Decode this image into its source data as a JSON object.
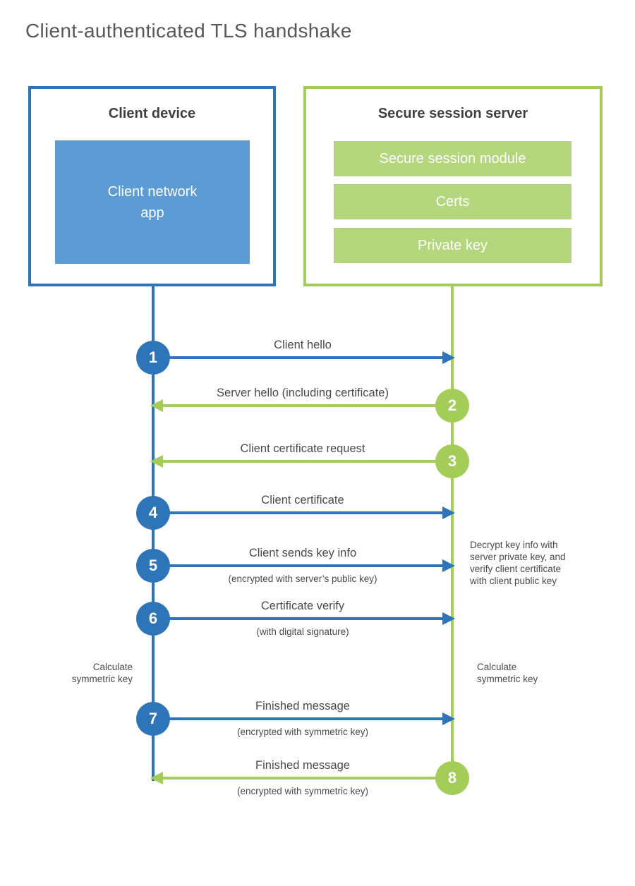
{
  "title": "Client-authenticated TLS handshake",
  "client": {
    "title": "Client device",
    "app_label": "Client network\napp"
  },
  "server": {
    "title": "Secure session server",
    "modules": [
      "Secure session module",
      "Certs",
      "Private key"
    ]
  },
  "messages": [
    {
      "number": "1",
      "from": "client",
      "to": "server",
      "label": "Client hello"
    },
    {
      "number": "2",
      "from": "server",
      "to": "client",
      "label": "Server hello (including certificate)"
    },
    {
      "number": "3",
      "from": "server",
      "to": "client",
      "label": "Client certificate request"
    },
    {
      "number": "4",
      "from": "client",
      "to": "server",
      "label": "Client certificate"
    },
    {
      "number": "5",
      "from": "client",
      "to": "server",
      "label": "Client sends key info",
      "sublabel": "(encrypted with server’s public key)"
    },
    {
      "number": "6",
      "from": "client",
      "to": "server",
      "label": "Certificate verify",
      "sublabel": "(with digital signature)"
    },
    {
      "number": "7",
      "from": "client",
      "to": "server",
      "label": "Finished message",
      "sublabel": "(encrypted with symmetric key)"
    },
    {
      "number": "8",
      "from": "server",
      "to": "client",
      "label": "Finished message",
      "sublabel": "(encrypted with symmetric key)"
    }
  ],
  "notes": {
    "decrypt": "Decrypt key info with\nserver private key, and\nverify client certificate\nwith client public key",
    "calc_left": "Calculate\nsymmetric key",
    "calc_right": "Calculate\nsymmetric key"
  },
  "colors": {
    "blue": "#2E74B8",
    "blue_light": "#5C9BD4",
    "green": "#A3CD58",
    "green_light": "#B4D67D",
    "text": "#4A4A4C",
    "heading": "#3F3F41"
  }
}
